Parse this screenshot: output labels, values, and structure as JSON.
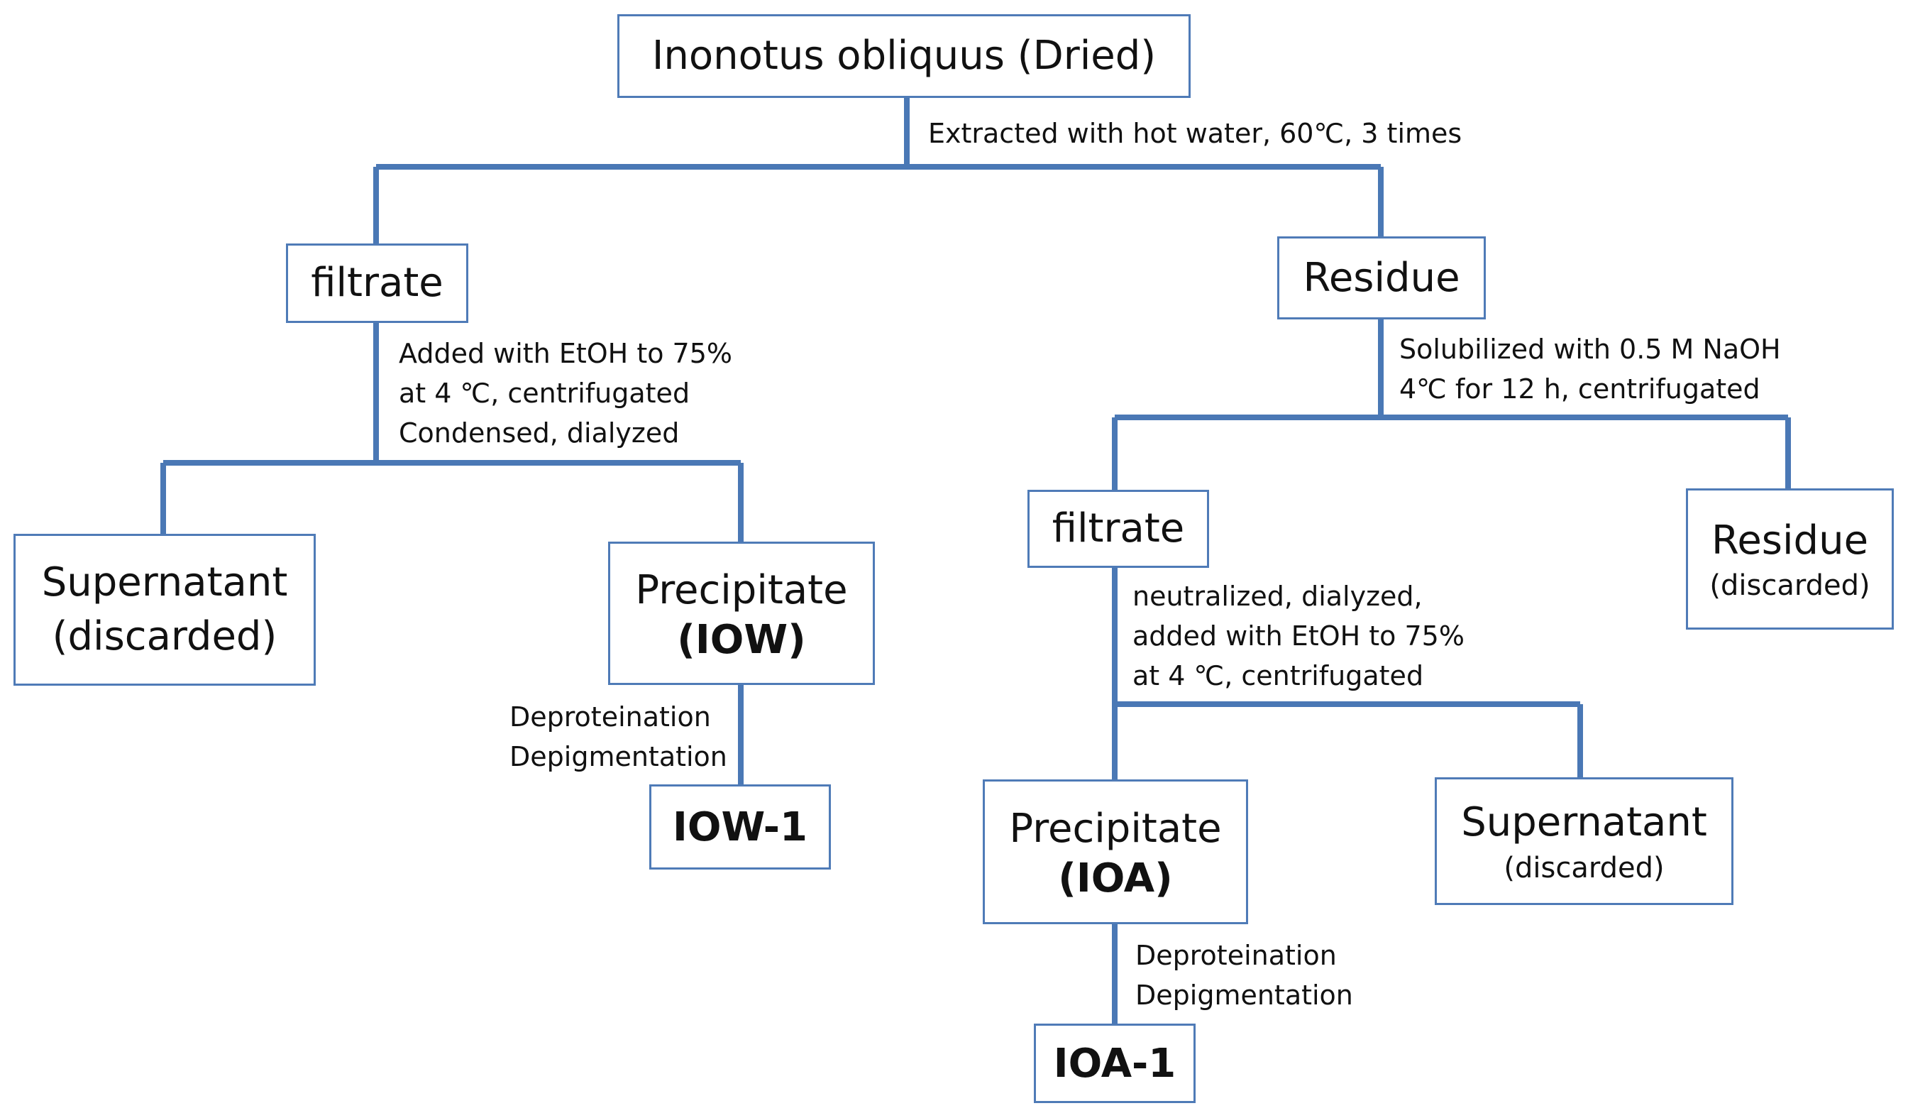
{
  "colors": {
    "line": "#4a78b5",
    "box_border": "#4f7bb7",
    "text": "#111111"
  },
  "nodes": {
    "root": "Inonotus obliquus (Dried)",
    "filtrate_1": "filtrate",
    "residue_1": "Residue",
    "supernatant_1": {
      "title": "Supernatant",
      "sub": "(discarded)"
    },
    "precipitate_iow": {
      "title": "Precipitate",
      "sub": "(IOW)"
    },
    "iow_1": "IOW-1",
    "filtrate_2": "filtrate",
    "residue_2": {
      "title": "Residue",
      "sub": "(discarded)"
    },
    "precipitate_ioa": {
      "title": "Precipitate",
      "sub": "(IOA)"
    },
    "supernatant_2": {
      "title": "Supernatant",
      "sub": "(discarded)"
    },
    "ioa_1": "IOA-1"
  },
  "steps": {
    "hot_water": [
      "Extracted with hot water, 60℃, 3 times"
    ],
    "ethanol_1": [
      "Added with EtOH to 75%",
      "at 4 ℃, centrifugated",
      "Condensed, dialyzed"
    ],
    "naoh": [
      "Solubilized with 0.5 M NaOH",
      "4℃ for 12 h, centrifugated"
    ],
    "purify_1": [
      "Deproteination",
      "Depigmentation"
    ],
    "ethanol_2": [
      "neutralized, dialyzed,",
      "added with EtOH to 75%",
      "at 4 ℃, centrifugated"
    ],
    "purify_2": [
      "Deproteination",
      "Depigmentation"
    ]
  }
}
